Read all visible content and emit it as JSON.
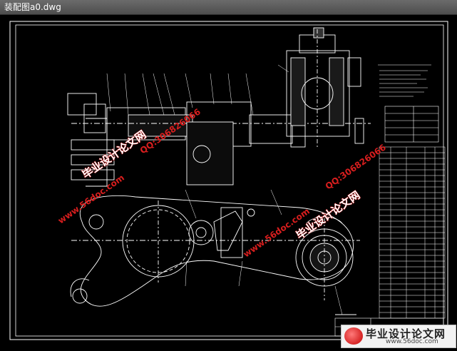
{
  "window": {
    "title": "装配图a0.dwg"
  },
  "watermarks": {
    "site_text": "毕业设计论文网",
    "url_text": "www.56doc.com",
    "qq_text": "QQ:306826066"
  },
  "logo": {
    "title": "毕业设计论文网",
    "url": "www.56doc.com"
  },
  "icons": {
    "logo": "ball-logo-icon"
  },
  "colors": {
    "background": "#000000",
    "lines": "#ffffff",
    "watermark_red": "#d81e1e"
  }
}
